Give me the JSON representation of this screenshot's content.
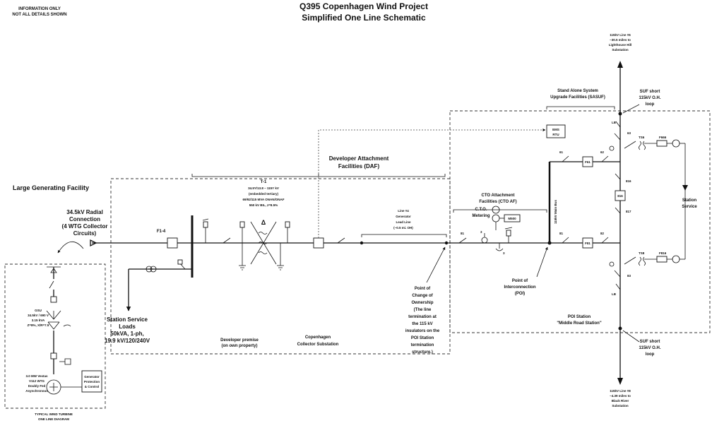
{
  "header": {
    "note_line1": "INFORMATION ONLY",
    "note_line2": "NOT ALL DETAILS SHOWN",
    "title_line1": "Q395 Copenhagen Wind Project",
    "title_line2": "Simplified One Line Schematic"
  },
  "labels": {
    "large_gen": "Large Generating Facility",
    "radial_1": "34.5kV Radial",
    "radial_2": "Connection",
    "radial_3": "(4 WTG Collector",
    "radial_4": "Circuits)",
    "f14": "F1-4",
    "daf_1": "Developer Attachment",
    "daf_2": "Facilities (DAF)",
    "t1_name": "T-1",
    "t1_l1": "34.5Y/13.8 – 115Y kV",
    "t1_l2": "(embedded tertiary)",
    "t1_l3": "69/92/115 MVA ONAN/ONAF",
    "t1_l4": "550 kV BIL, z=8.5%",
    "ss_1": "Station Service",
    "ss_2": "Loads",
    "ss_3": "50kVA, 1-ph,",
    "ss_4": "19.9 kV/120/240V",
    "dev_1": "Developer premise",
    "dev_2": "(on own property)",
    "cop_1": "Copenhagen",
    "cop_2": "Collector Substation",
    "l4_1": "Line #4",
    "l4_2": "Generator",
    "l4_3": "Lead Line",
    "l4_4": "(~0.5 mi. OH)",
    "coo_1": "Point of",
    "coo_2": "Change of",
    "coo_3": "Ownership",
    "coo_4": "(The line",
    "coo_5": "termination at",
    "coo_6": "the 115 kV",
    "coo_7": "insulators on the",
    "coo_8": "POI Station",
    "coo_9": "termination",
    "coo_10": "structure.)",
    "ctoaf_1": "CTO Attachment",
    "ctoaf_2": "Facilities (CTO AF)",
    "cto_1": "C.T.O.",
    "cto_2": "Metering",
    "rtu": "RTU",
    "poi_1": "Point of",
    "poi_2": "Interconnection",
    "poi_3": "(POI)",
    "bus": "115kV Main Bus",
    "sasuf_1": "Stand Alone System",
    "sasuf_2": "Upgrade Facilities (SASUF)",
    "suf_top_1": "SUF short",
    "suf_top_2": "115kV O.H.",
    "suf_top_3": "loop",
    "line6_1": "115kV Line #6",
    "line6_2": "~30.5 miles to",
    "line6_3": "Lighthouse Hill",
    "line6_4": "Substation",
    "ems": "EMS",
    "sta_serv_1": "Station",
    "sta_serv_2": "Service",
    "poi_st_1": "POI Station",
    "poi_st_2": "\"Middle Road Station\"",
    "suf_bot_1": "SUF short",
    "suf_bot_2": "115kV O.H.",
    "suf_bot_3": "loop",
    "line8_1": "115kV Line #8",
    "line8_2": "~4.39 miles to",
    "line8_3": "Black River",
    "line8_4": "Substation",
    "typ_1": "TYPICAL WIND TURBINE",
    "typ_2": "ONE LINE DIAGRAM",
    "gsu_1": "GSU",
    "gsu_2": "34.5kV / 690 V",
    "gsu_3": "3.15 kVA",
    "gsu_4": "Z=8%, X/R=7.5",
    "wtg_1": "3.0 MW Vestas",
    "wtg_2": "V112 WTG",
    "wtg_3": "Doubly Fed",
    "wtg_4": "Asynchronous",
    "genprot_1": "Generator",
    "genprot_2": "Protection",
    "genprot_3": "& Control",
    "bkr_61": "61",
    "bkr_62": "62",
    "bkr_63": "63",
    "bkr_81": "81",
    "bkr_82": "82",
    "bkr_83": "83",
    "sw_816": "816",
    "sw_817": "817",
    "sw_81": "81",
    "lb_top": "LB",
    "lb_bot": "LB",
    "r_816": "816",
    "tag_61": "F61",
    "tag_81": "F81",
    "tag_ts1": "TS6",
    "tag_ts2": "TS8",
    "fu_1": "F666",
    "fu_2": "F816",
    "ctnum_1": "3",
    "ctnum_2": "3",
    "meter_val": "M500"
  }
}
